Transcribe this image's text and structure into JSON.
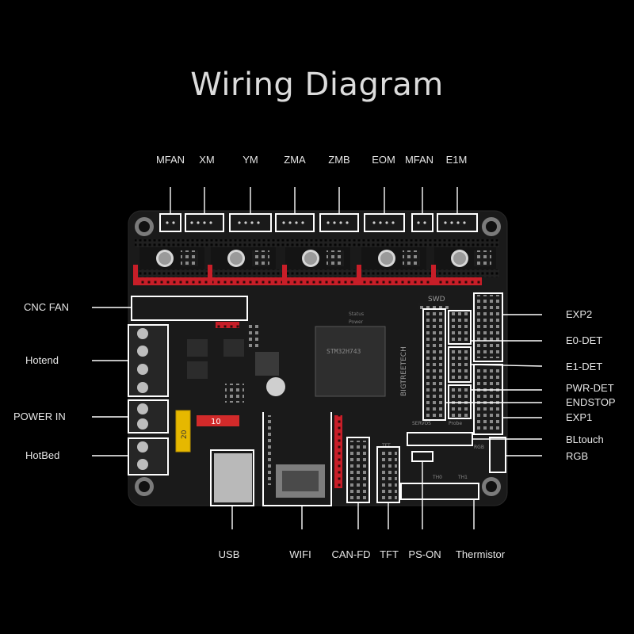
{
  "title": "Wiring Diagram",
  "top_labels": [
    "MFAN",
    "XM",
    "YM",
    "ZMA",
    "ZMB",
    "EOM",
    "MFAN",
    "E1M"
  ],
  "left_labels": [
    "CNC FAN",
    "Hotend",
    "POWER IN",
    "HotBed"
  ],
  "right_labels": [
    "EXP2",
    "E0-DET",
    "E1-DET",
    "PWR-DET",
    "ENDSTOP",
    "EXP1",
    "BLtouch",
    "RGB"
  ],
  "bottom_labels": [
    "USB",
    "WIFI",
    "CAN-FD",
    "TFT",
    "PS-ON",
    "Thermistor"
  ],
  "board": {
    "brand": "BIGTREETECH",
    "mcu_text": "STM32H743",
    "swd_label": "SWD",
    "servos_label": "SERVOS",
    "probe_label": "Probe",
    "fuse_a": "10",
    "fuse_b": "20",
    "status_text": "Status",
    "power_text": "Power",
    "tft_text": "TFT",
    "th0_text": "TH0",
    "th1_text": "TH1",
    "rgb_text": "RGB"
  },
  "colors": {
    "background": "#000000",
    "board": "#1a1a1a",
    "connector_red": "#d0202a",
    "outline": "#ffffff",
    "text": "#e6e6e6"
  }
}
